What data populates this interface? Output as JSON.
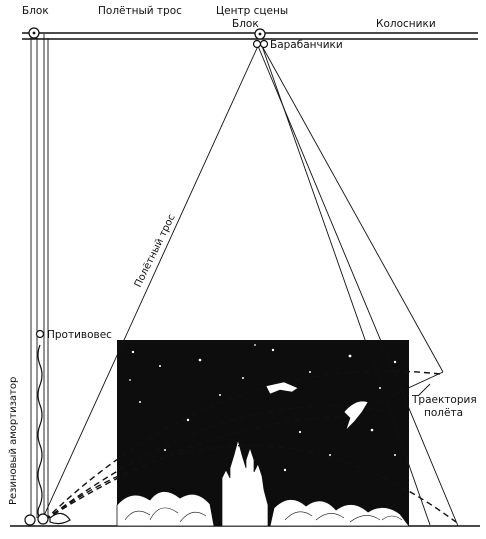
{
  "labels": {
    "block_left": "Блок",
    "flight_rope_top": "Полётный трос",
    "stage_center": "Центр сцены",
    "block_center": "Блок",
    "grid": "Колосники",
    "drums": "Барабанчики",
    "flight_rope_diag": "Полётный трос",
    "counterweight": "Противовес",
    "rubber_shock": "Резиновый амортизатор",
    "trajectory_line1": "Траектория",
    "trajectory_line2": "полёта"
  },
  "colors": {
    "ink": "#111111",
    "backdrop": "#0d0d0d",
    "star": "#ffffff",
    "paper": "#ffffff"
  }
}
